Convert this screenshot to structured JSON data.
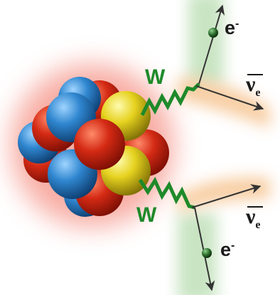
{
  "diagram": {
    "top_vertex": {
      "boson_label": "W",
      "electron_label": "e",
      "electron_charge": "-",
      "antineutrino_symbol": "ν",
      "antineutrino_subscript": "e"
    },
    "bottom_vertex": {
      "boson_label": "W",
      "electron_label": "e",
      "electron_charge": "-",
      "antineutrino_symbol": "ν",
      "antineutrino_subscript": "e"
    },
    "colors": {
      "proton": "#d42a14",
      "neutron": "#2f86cf",
      "decaying_nucleon": "#e6d21f",
      "w_boson": "#1e8a2a",
      "nucleus_glow": "#f26b5a",
      "electron_glow": "#bfe0b8",
      "neutrino_glow": "#f7c99a",
      "particle_track": "#333333"
    }
  }
}
